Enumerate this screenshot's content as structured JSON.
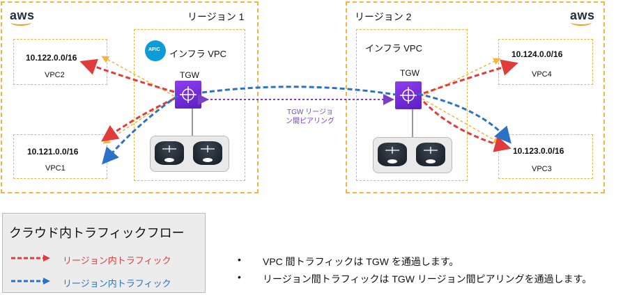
{
  "aws_logo": "aws",
  "regions": [
    {
      "title": "リージョン 1",
      "infra_vpc": "インフラ VPC",
      "tgw": "TGW"
    },
    {
      "title": "リージョン 2",
      "infra_vpc": "インフラ VPC",
      "tgw": "TGW"
    }
  ],
  "vpcs": [
    {
      "cidr": "10.122.0.0/16",
      "name": "VPC2"
    },
    {
      "cidr": "10.121.0.0/16",
      "name": "VPC1"
    },
    {
      "cidr": "10.124.0.0/16",
      "name": "VPC4"
    },
    {
      "cidr": "10.123.0.0/16",
      "name": "VPC3"
    }
  ],
  "apic_label": "APIC",
  "peering_label": [
    "TGW リージョ",
    "ン間ピアリング"
  ],
  "legend": {
    "title": "クラウド内トラフィックフロー",
    "items": [
      {
        "label": "リージョン内トラフィック",
        "color": "#e03c3c"
      },
      {
        "label": "リージョン内トラフィック",
        "color": "#2a72c5"
      }
    ]
  },
  "notes": [
    "VPC 間トラフィックは TGW を通過します。",
    "リージョン間トラフィックは TGW リージョン間ピアリングを通過します。"
  ],
  "colors": {
    "red": "#e03c3c",
    "blue": "#2a72c5",
    "purple": "#7a3fc4",
    "orange": "#f2b63c",
    "tgw": "#7b35e0"
  }
}
